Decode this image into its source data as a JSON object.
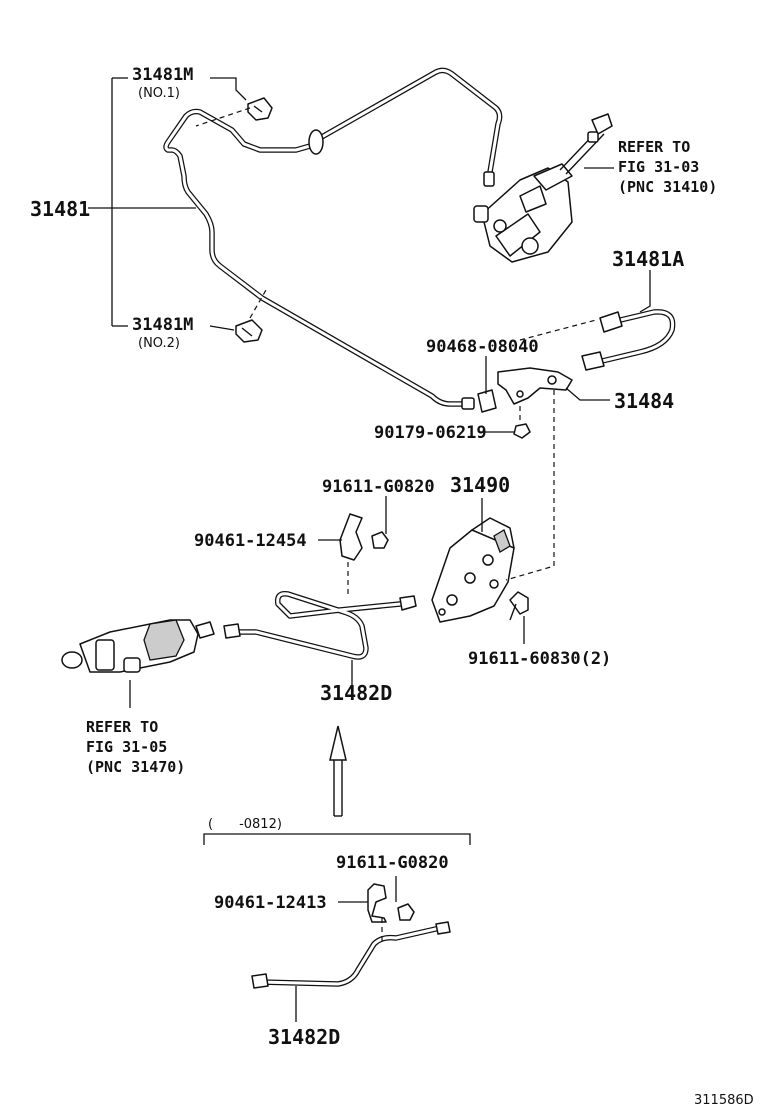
{
  "labels": {
    "p31481M_1": "31481M",
    "p31481M_1_note": "(NO.1)",
    "p31481": "31481",
    "p31481M_2": "31481M",
    "p31481M_2_note": "(NO.2)",
    "ref_top_1": "REFER TO",
    "ref_top_2": "FIG 31-03",
    "ref_top_3": "(PNC 31410)",
    "p31481A": "31481A",
    "p90468": "90468-08040",
    "p31484": "31484",
    "p90179": "90179-06219",
    "p91611_g0820_a": "91611-G0820",
    "p31490": "31490",
    "p90461_12454": "90461-12454",
    "p91611_60830": "91611-60830(2)",
    "p31482D_a": "31482D",
    "ref_left_1": "REFER TO",
    "ref_left_2": "FIG 31-05",
    "ref_left_3": "(PNC 31470)",
    "date_range": "(　　-0812)",
    "p91611_g0820_b": "91611-G0820",
    "p90461_12413": "90461-12413",
    "p31482D_b": "31482D",
    "figure_id": "311586D"
  },
  "colors": {
    "line": "#111111",
    "background": "#ffffff",
    "shade": "#cccccc"
  }
}
